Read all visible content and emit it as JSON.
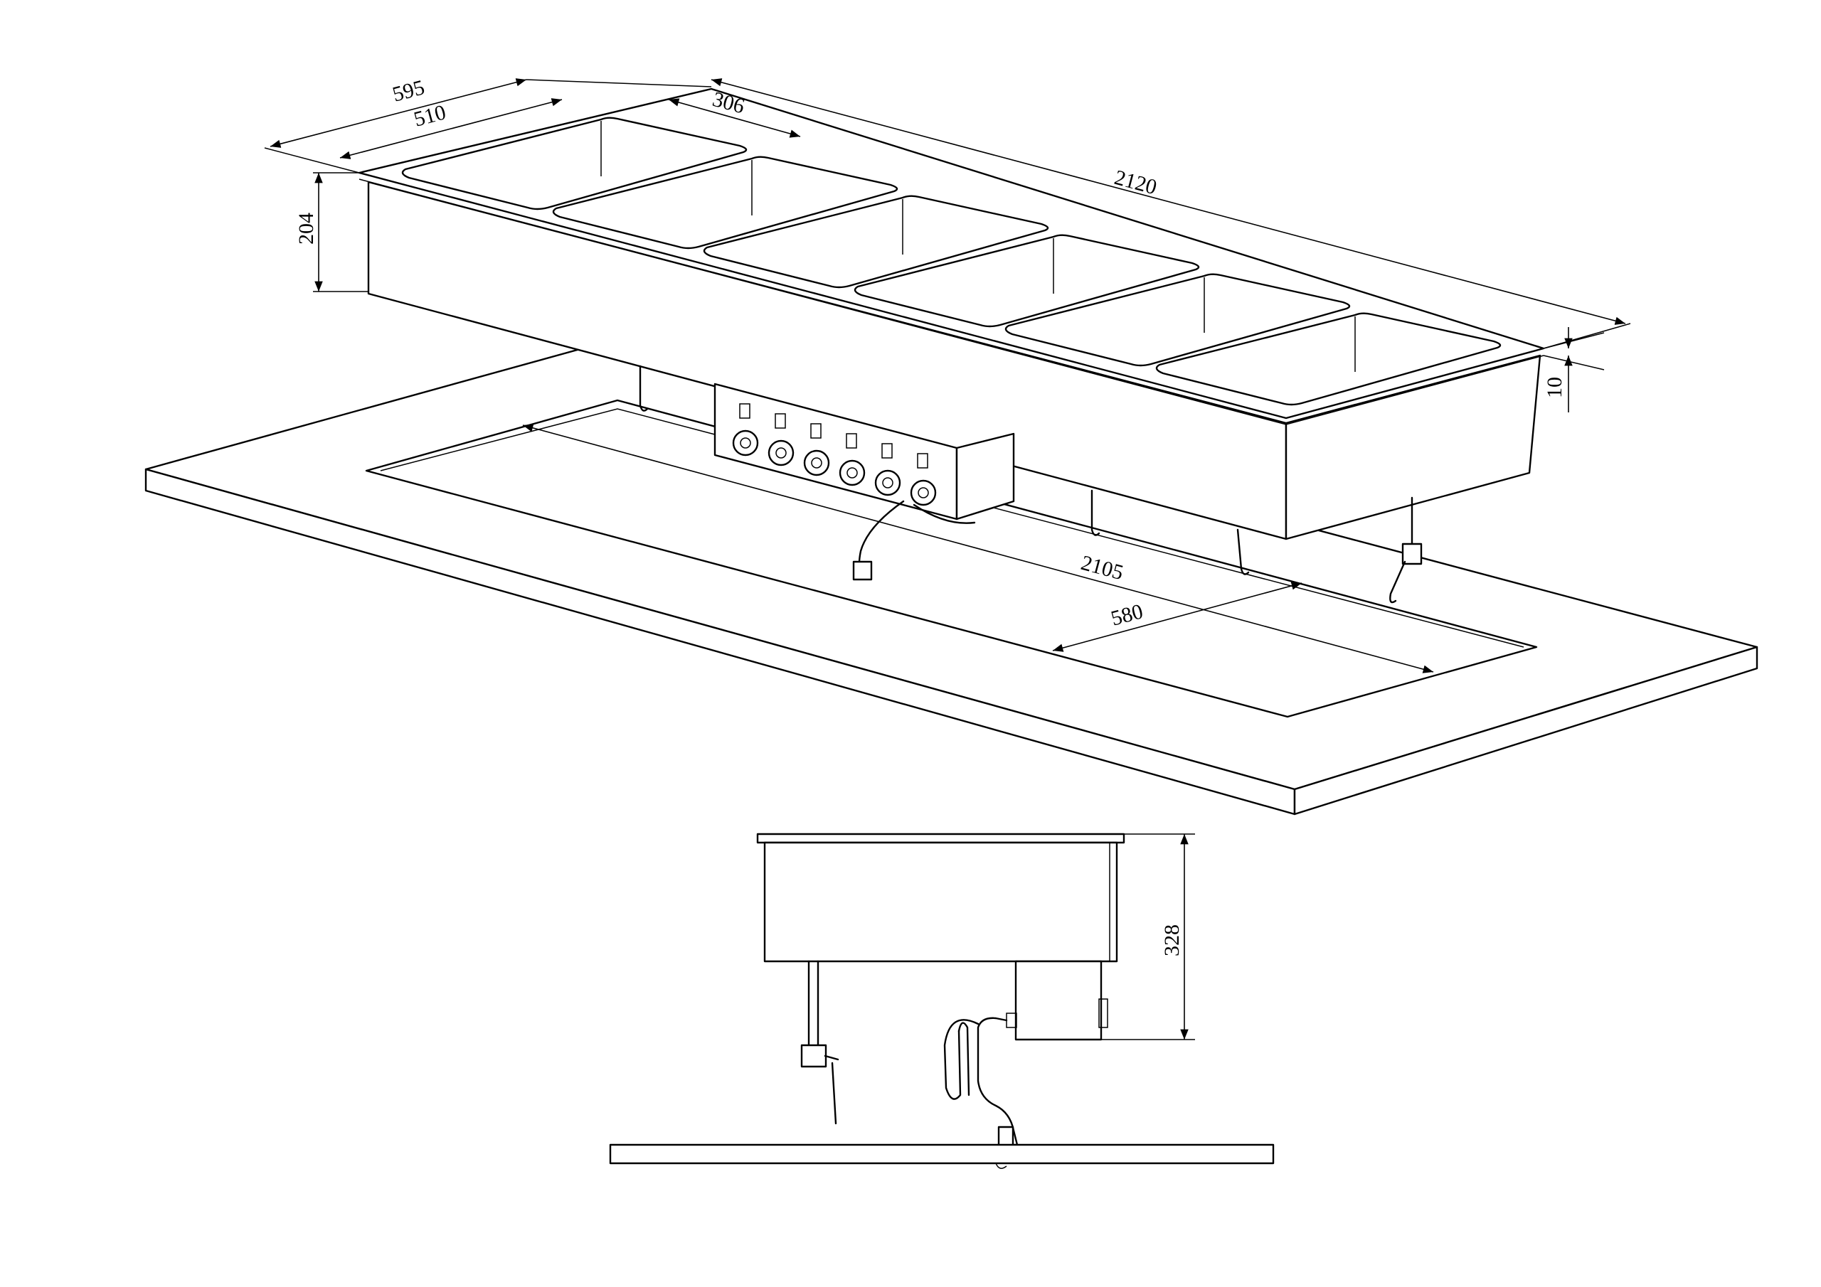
{
  "dimensions": {
    "overall_depth": "595",
    "inner_depth": "510",
    "pan_width": "306",
    "overall_length": "2120",
    "height_body": "204",
    "rim_thickness": "10",
    "cutout_length": "2105",
    "cutout_depth": "580",
    "total_height": "328"
  },
  "colors": {
    "line": "#000000",
    "background": "#ffffff"
  }
}
